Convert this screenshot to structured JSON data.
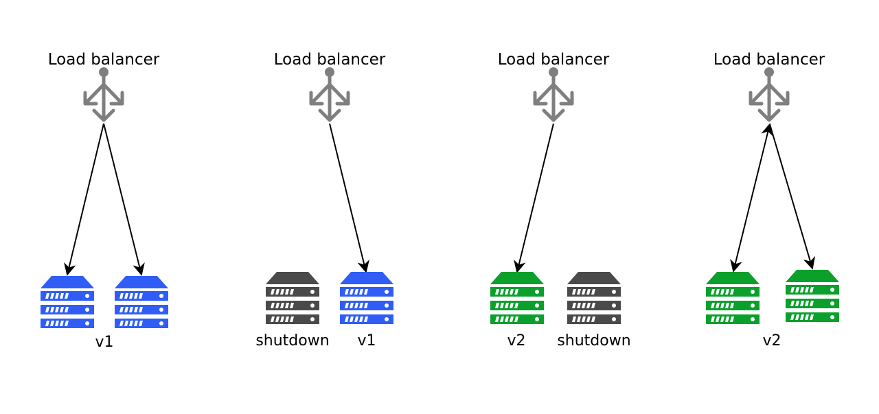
{
  "colors": {
    "v1": "#2f5df5",
    "v2": "#0aa02b",
    "shutdown": "#4a4a4a",
    "load_balancer_icon": "#7f7f7f",
    "arrow": "#000000"
  },
  "panels": [
    {
      "load_balancer": {
        "label": "Load balancer"
      },
      "servers": [
        {
          "state": "v1"
        },
        {
          "state": "v1"
        }
      ],
      "labels": [
        "v1"
      ]
    },
    {
      "load_balancer": {
        "label": "Load balancer"
      },
      "servers": [
        {
          "state": "shutdown"
        },
        {
          "state": "v1"
        }
      ],
      "labels": [
        "shutdown",
        "v1"
      ]
    },
    {
      "load_balancer": {
        "label": "Load balancer"
      },
      "servers": [
        {
          "state": "v2"
        },
        {
          "state": "shutdown"
        }
      ],
      "labels": [
        "v2",
        "shutdown"
      ]
    },
    {
      "load_balancer": {
        "label": "Load balancer"
      },
      "servers": [
        {
          "state": "v2"
        },
        {
          "state": "v2"
        }
      ],
      "labels": [
        "v2"
      ]
    }
  ]
}
